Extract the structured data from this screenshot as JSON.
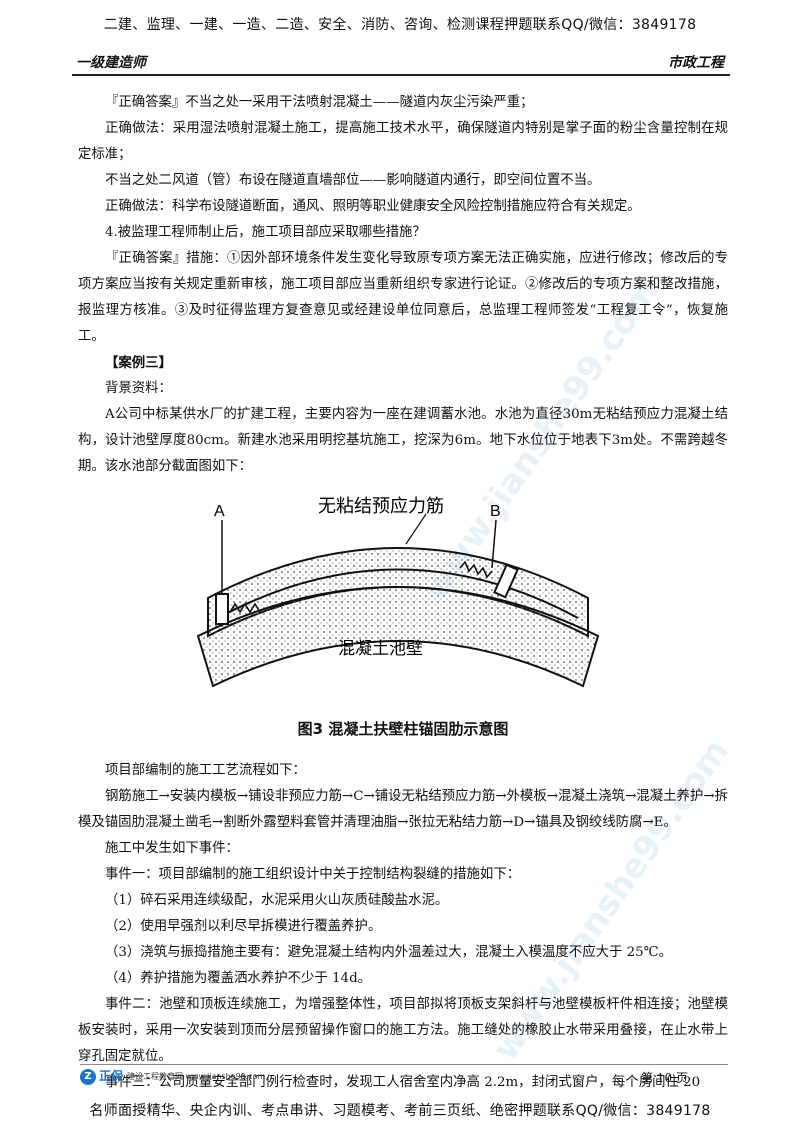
{
  "banner_top": "二建、监理、一建、一造、二造、安全、消防、咨询、检测课程押题联系QQ/微信：3849178",
  "header": {
    "left": "一级建造师",
    "right": "市政工程"
  },
  "paragraphs": [
    "『正确答案』不当之处一采用干法喷射混凝土——隧道内灰尘污染严重；",
    "正确做法：采用湿法喷射混凝土施工，提高施工技术水平，确保隧道内特别是掌子面的粉尘含量控制在规定标准；",
    "不当之处二风道（管）布设在隧道直墙部位——影响隧道内通行，即空间位置不当。",
    "正确做法：科学布设隧道断面，通风、照明等职业健康安全风险控制措施应符合有关规定。",
    "4.被监理工程师制止后，施工项目部应采取哪些措施？",
    "『正确答案』措施：①因外部环境条件发生变化导致原专项方案无法正确实施，应进行修改；修改后的专项方案应当按有关规定重新审核，施工项目部应当重新组织专家进行论证。②修改后的专项方案和整改措施，报监理方核准。③及时征得监理方复查意见或经建设单位同意后，总监理工程师签发“工程复工令”，恢复施工。",
    "【案例三】",
    "背景资料：",
    "A公司中标某供水厂的扩建工程，主要内容为一座在建调蓄水池。水池为直径30m无粘结预应力混凝土结构，设计池壁厚度80cm。新建水池采用明挖基坑施工，挖深为6m。地下水位位于地表下3m处。不需跨越冬期。该水池部分截面图如下："
  ],
  "figure": {
    "label_a": "A",
    "label_b": "B",
    "label_tendon": "无粘结预应力筋",
    "label_wall": "混凝土池壁",
    "caption": "图3 混凝土扶壁柱锚固肋示意图"
  },
  "paragraphs2": [
    "项目部编制的施工工艺流程如下：",
    "钢筋施工→安装内模板→铺设非预应力筋→C→铺设无粘结预应力筋→外模板→混凝土浇筑→混凝土养护→拆模及锚固肋混凝土凿毛→割断外露塑料套管并清理油脂→张拉无粘结力筋→D→锚具及钢绞线防腐→E。",
    "施工中发生如下事件：",
    "事件一：项目部编制的施工组织设计中关于控制结构裂缝的措施如下：",
    "（1）碎石采用连续级配，水泥采用火山灰质硅酸盐水泥。",
    "（2）使用早强剂以利尽早拆模进行覆盖养护。",
    "（3）浇筑与振捣措施主要有：避免混凝土结构内外温差过大，混凝土入模温度不应大于 25℃。",
    "（4）养护措施为覆盖洒水养护不少于 14d。",
    "事件二：池壁和顶板连续施工，为增强整体性，项目部拟将顶板支架斜杆与池壁模板杆件相连接；池壁模板安装时，采用一次安装到顶而分层预留操作窗口的施工方法。施工缝处的橡胶止水带采用叠接，在止水带上穿孔固定就位。",
    "事件三：公司质量安全部门例行检查时，发现工人宿舍室内净高 2.2m，封闭式窗户，每个房间住 20"
  ],
  "footer": {
    "logo_text": "正保",
    "site_text": "建设工程教育网 www.jianshe99.com",
    "page": "第 10 页"
  },
  "banner_bottom": "名师面授精华、央企内训、考点串讲、习题模考、考前三页纸、绝密押题联系QQ/微信：3849178",
  "colors": {
    "accent": "#1a73c7",
    "rule": "#222222"
  }
}
